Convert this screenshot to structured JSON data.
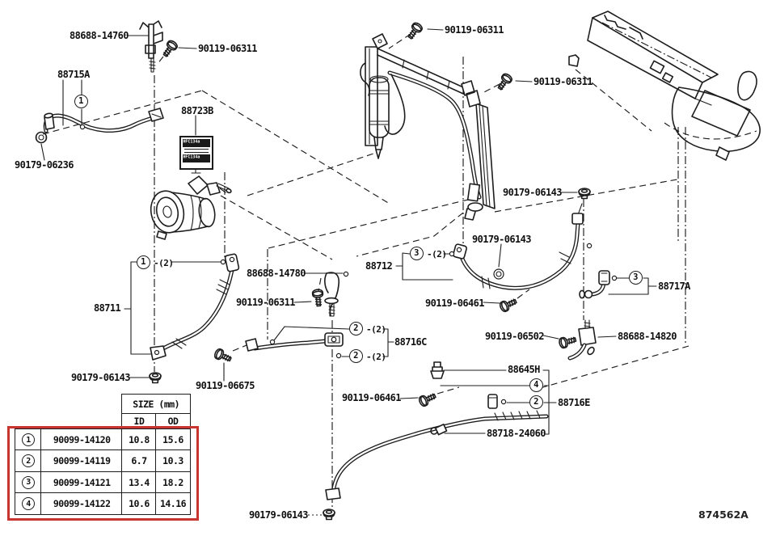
{
  "title_code": "874562A",
  "colors": {
    "line": "#1d1d1d",
    "highlight_box": "#c8352f",
    "background": "#ffffff"
  },
  "labels": {
    "bracket_14760": "88688-14760",
    "screw_06311_a": "90119-06311",
    "pipe_88715A": "88715A",
    "label_88723B": "88723B",
    "nut_06236": "90179-06236",
    "screw_06311_b": "90119-06311",
    "screw_06311_c": "90119-06311",
    "grommet_06143_a": "90179-06143",
    "grommet_06143_b": "90179-06143",
    "hose_88712": "88712",
    "bracket_14780": "88688-14780",
    "screw_06311_d": "90119-06311",
    "screw_06461_a": "90119-06461",
    "pipe_88717A": "88717A",
    "joint_14820": "88688-14820",
    "bolt_06502": "90119-06502",
    "valve_88645H": "88645H",
    "pipe_88716C": "88716C",
    "pipe_88716E": "88716E",
    "screw_06461_b": "90119-06461",
    "clamp_24060": "88718-24060",
    "screw_06675": "90119-06675",
    "grommet_06143_c": "90179-06143",
    "hose_88711": "88711",
    "grommet_06143_d": "90179-06143"
  },
  "callouts": {
    "n1": "1",
    "n2": "2",
    "n3": "3",
    "n4": "4",
    "qty2": "-(2)"
  },
  "sticker": {
    "line1": "HFC134a",
    "line2": "HFC134a"
  },
  "table": {
    "size_header": "SIZE (mm)",
    "id_header": "ID",
    "od_header": "OD",
    "rows": [
      {
        "num": "1",
        "part": "90099-14120",
        "id": "10.8",
        "od": "15.6"
      },
      {
        "num": "2",
        "part": "90099-14119",
        "id": "6.7",
        "od": "10.3"
      },
      {
        "num": "3",
        "part": "90099-14121",
        "id": "13.4",
        "od": "18.2"
      },
      {
        "num": "4",
        "part": "90099-14122",
        "id": "10.6",
        "od": "14.16"
      }
    ]
  }
}
